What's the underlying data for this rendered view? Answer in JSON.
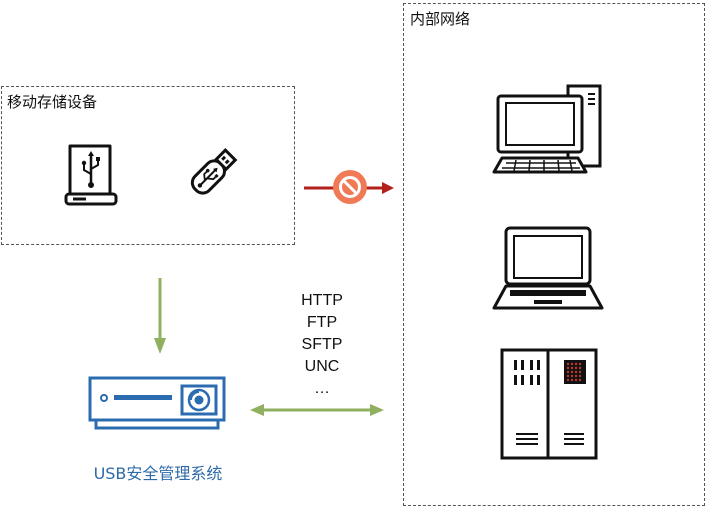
{
  "removable_storage": {
    "title": "移动存储设备",
    "icons": [
      "usb-drive-icon",
      "usb-stick-icon"
    ]
  },
  "internal_network": {
    "title": "内部网络",
    "icons": [
      "desktop-computer-icon",
      "laptop-icon",
      "server-rack-icon"
    ]
  },
  "protocols": [
    "HTTP",
    "FTP",
    "SFTP",
    "UNC",
    "…"
  ],
  "usb_system": {
    "label": "USB安全管理系统",
    "icon": "usb-security-appliance-icon"
  },
  "colors": {
    "blocked_arrow": "#b3201b",
    "block_symbol": "#f07a56",
    "green_arrow": "#8fb05f",
    "appliance_blue": "#2b6cb0",
    "label_blue": "#2d6aa8"
  }
}
